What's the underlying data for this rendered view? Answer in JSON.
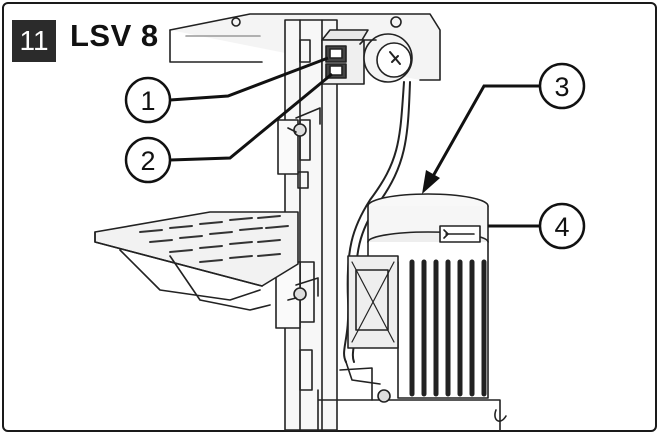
{
  "figure": {
    "number": "11",
    "title": "LSV 8"
  },
  "callouts": [
    {
      "label": "1"
    },
    {
      "label": "2"
    },
    {
      "label": "3"
    },
    {
      "label": "4"
    }
  ]
}
